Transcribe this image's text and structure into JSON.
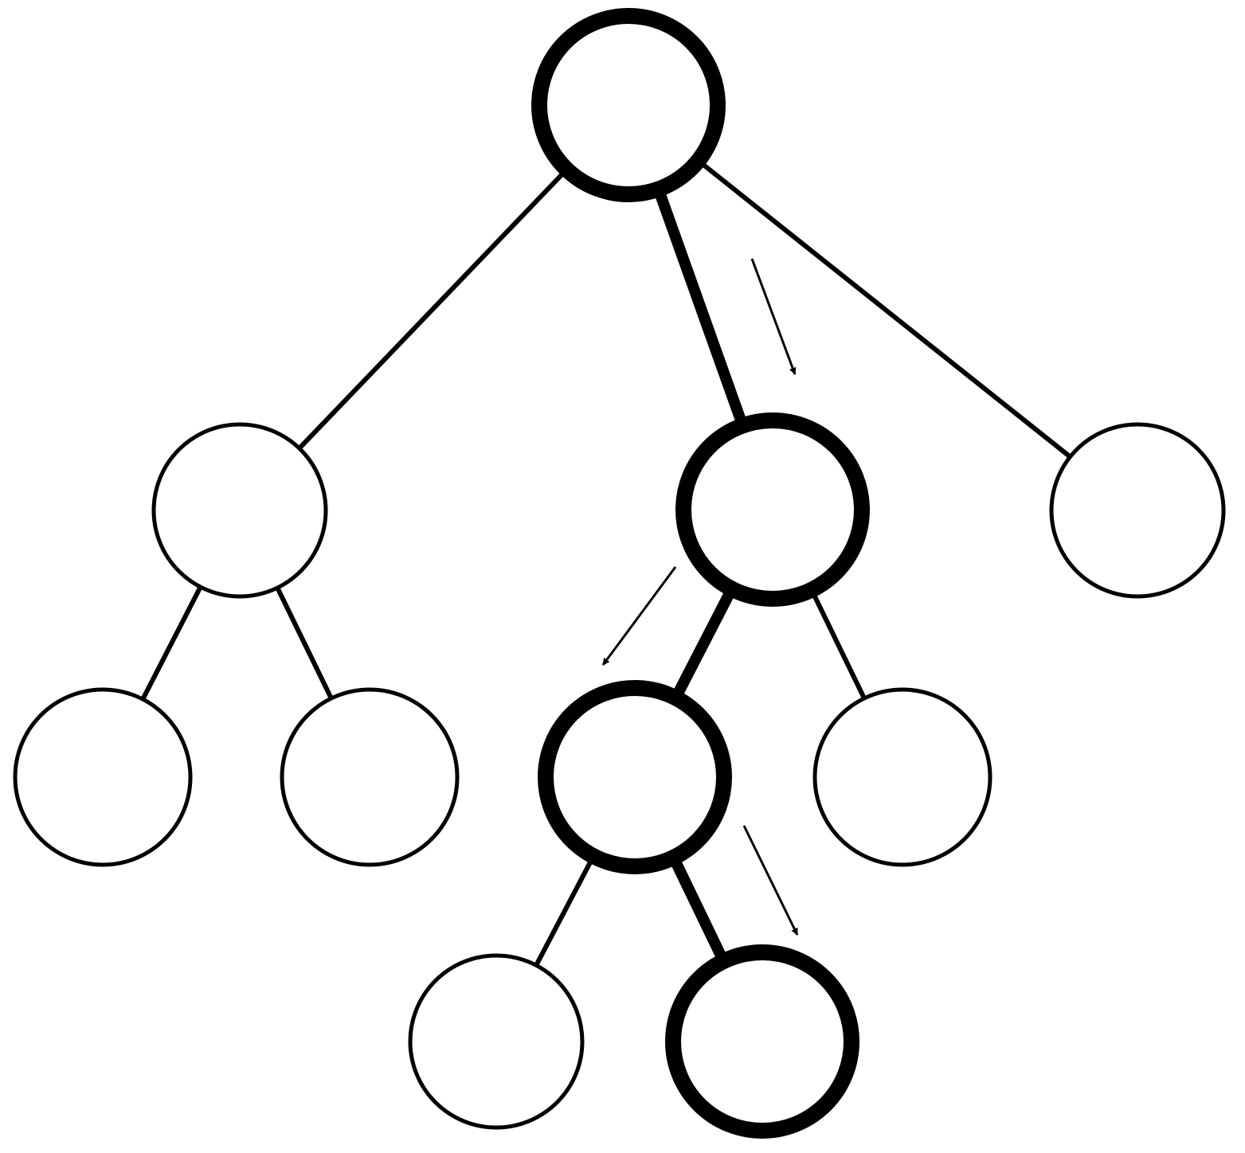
{
  "diagram": {
    "stroke_color": "#000000",
    "fill_color": "#ffffff",
    "nodes": [
      {
        "id": "root",
        "on_path": true
      },
      {
        "id": "left",
        "on_path": false
      },
      {
        "id": "middle",
        "on_path": true
      },
      {
        "id": "right",
        "on_path": false
      },
      {
        "id": "left-left",
        "on_path": false
      },
      {
        "id": "left-right",
        "on_path": false
      },
      {
        "id": "middle-left",
        "on_path": true
      },
      {
        "id": "middle-right",
        "on_path": false
      },
      {
        "id": "middle-left-left",
        "on_path": false
      },
      {
        "id": "middle-left-right",
        "on_path": true
      }
    ],
    "edges": [
      {
        "from": "root",
        "to": "left",
        "on_path": false
      },
      {
        "from": "root",
        "to": "middle",
        "on_path": true
      },
      {
        "from": "root",
        "to": "right",
        "on_path": false
      },
      {
        "from": "left",
        "to": "left-left",
        "on_path": false
      },
      {
        "from": "left",
        "to": "left-right",
        "on_path": false
      },
      {
        "from": "middle",
        "to": "middle-left",
        "on_path": true
      },
      {
        "from": "middle",
        "to": "middle-right",
        "on_path": false
      },
      {
        "from": "middle-left",
        "to": "middle-left-left",
        "on_path": false
      },
      {
        "from": "middle-left",
        "to": "middle-left-right",
        "on_path": true
      }
    ],
    "arrows": [
      {
        "along_edge": "root-middle"
      },
      {
        "along_edge": "middle-middle-left"
      },
      {
        "along_edge": "middle-left-middle-left-right"
      }
    ]
  }
}
